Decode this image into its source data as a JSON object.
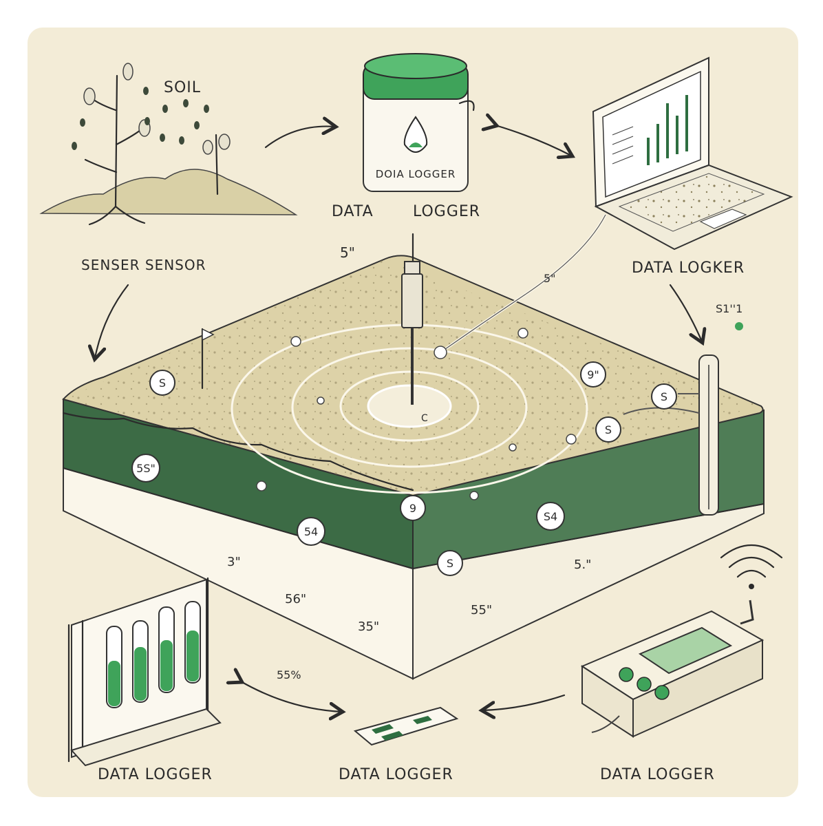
{
  "labels": {
    "soil": "SOIL",
    "sensor_caption": "SENSER SENSOR",
    "jar_print": "DOIA LOGGER",
    "jar_caption_left": "DATA",
    "jar_caption_right": "LOGGER",
    "laptop_caption": "DATA LOGKER",
    "bottom_left_caption": "DATA LOGGER",
    "bottom_center_caption": "DATA LOGGER",
    "bottom_right_caption": "DATA LOGGER"
  },
  "annotations": {
    "probe_top": "5\"",
    "cable_mid": "5\"",
    "right_side": "S1''1",
    "probe_base": "C",
    "arrow_mid": "55%",
    "slab_front_left": "3\"",
    "slab_front_mid": "56\"",
    "slab_front_low": "35\"",
    "slab_right_mid": "55\"",
    "slab_right_top": "5.\""
  },
  "sensor_badges": [
    {
      "id": "b1",
      "text": "S"
    },
    {
      "id": "b2",
      "text": "9\""
    },
    {
      "id": "b3",
      "text": "S"
    },
    {
      "id": "b4",
      "text": "S"
    },
    {
      "id": "b5",
      "text": "5S\""
    },
    {
      "id": "b6",
      "text": "9"
    },
    {
      "id": "b7",
      "text": "S4"
    },
    {
      "id": "b8",
      "text": "54"
    },
    {
      "id": "b9",
      "text": "S"
    }
  ],
  "colors": {
    "panel": "#f3ecd7",
    "soil_top": "#ddd2a8",
    "soil_side_green": "#3c6b45",
    "soil_side_light": "#faf6ea",
    "accent_green": "#3fa35a",
    "ink": "#2b2b2b"
  }
}
